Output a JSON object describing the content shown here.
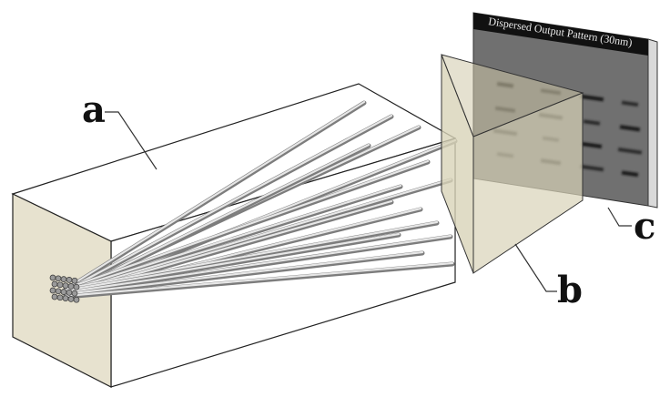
{
  "labels": {
    "a": "a",
    "b": "b",
    "c": "c"
  },
  "screen": {
    "title": "Dispersed Output Pattern (30nm)"
  },
  "colors": {
    "end_face": "#e7e2cf",
    "prism": "#d8d3b8",
    "screen": "#6f6f6f",
    "screen_title_bar": "#111111",
    "fiber": "#c9c9c9",
    "outline": "#222222"
  }
}
